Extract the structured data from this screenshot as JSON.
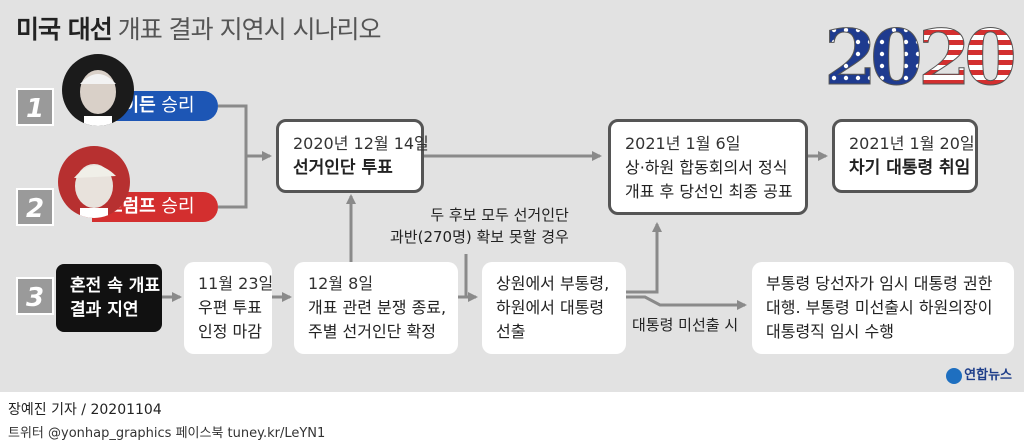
{
  "title": {
    "bold": "미국 대선",
    "light": "개표 결과 지연시 시나리오"
  },
  "year_badge": "2020",
  "scenarios": [
    {
      "number": "1",
      "candidate": "바이든",
      "result": "승리",
      "color": "#1d56b5"
    },
    {
      "number": "2",
      "candidate": "트럼프",
      "result": "승리",
      "color": "#d32f2f"
    },
    {
      "number": "3",
      "line1": "혼전 속 개표",
      "line2": "결과 지연"
    }
  ],
  "nodes": {
    "elector_vote": {
      "date": "2020년 12월 14일",
      "label": "선거인단 투표"
    },
    "congress": {
      "date": "2021년 1월 6일",
      "line1": "상·하원 합동회의서 정식",
      "line2": "개표 후 당선인 최종 공표"
    },
    "inauguration": {
      "date": "2021년 1월 20일",
      "label": "차기 대통령 취임"
    },
    "mail_deadline": {
      "date": "11월 23일",
      "line1": "우편 투표",
      "line2": "인정 마감"
    },
    "dispute_end": {
      "date": "12월 8일",
      "line1": "개표 관련 분쟁 종료,",
      "line2": "주별 선거인단 확정"
    },
    "congress_pick": {
      "line1": "상원에서 부통령,",
      "line2": "하원에서 대통령",
      "line3": "선출"
    },
    "acting": {
      "line1": "부통령 당선자가 임시 대통령 권한",
      "line2": "대행. 부통령 미선출시 하원의장이",
      "line3": "대통령직 임시 수행"
    }
  },
  "notes": {
    "no_majority_line1": "두 후보 모두 선거인단",
    "no_majority_line2": "과반(270명) 확보 못할 경우",
    "no_president": "대통령 미선출 시"
  },
  "credit": "장예진 기자 / 20201104",
  "social": "트위터 @yonhap_graphics  페이스북 tuney.kr/LeYN1",
  "logo": "연합뉴스",
  "colors": {
    "background": "#e2e2e2",
    "arrow": "#8a8a8a",
    "biden": "#1d56b5",
    "trump": "#d32f2f"
  }
}
